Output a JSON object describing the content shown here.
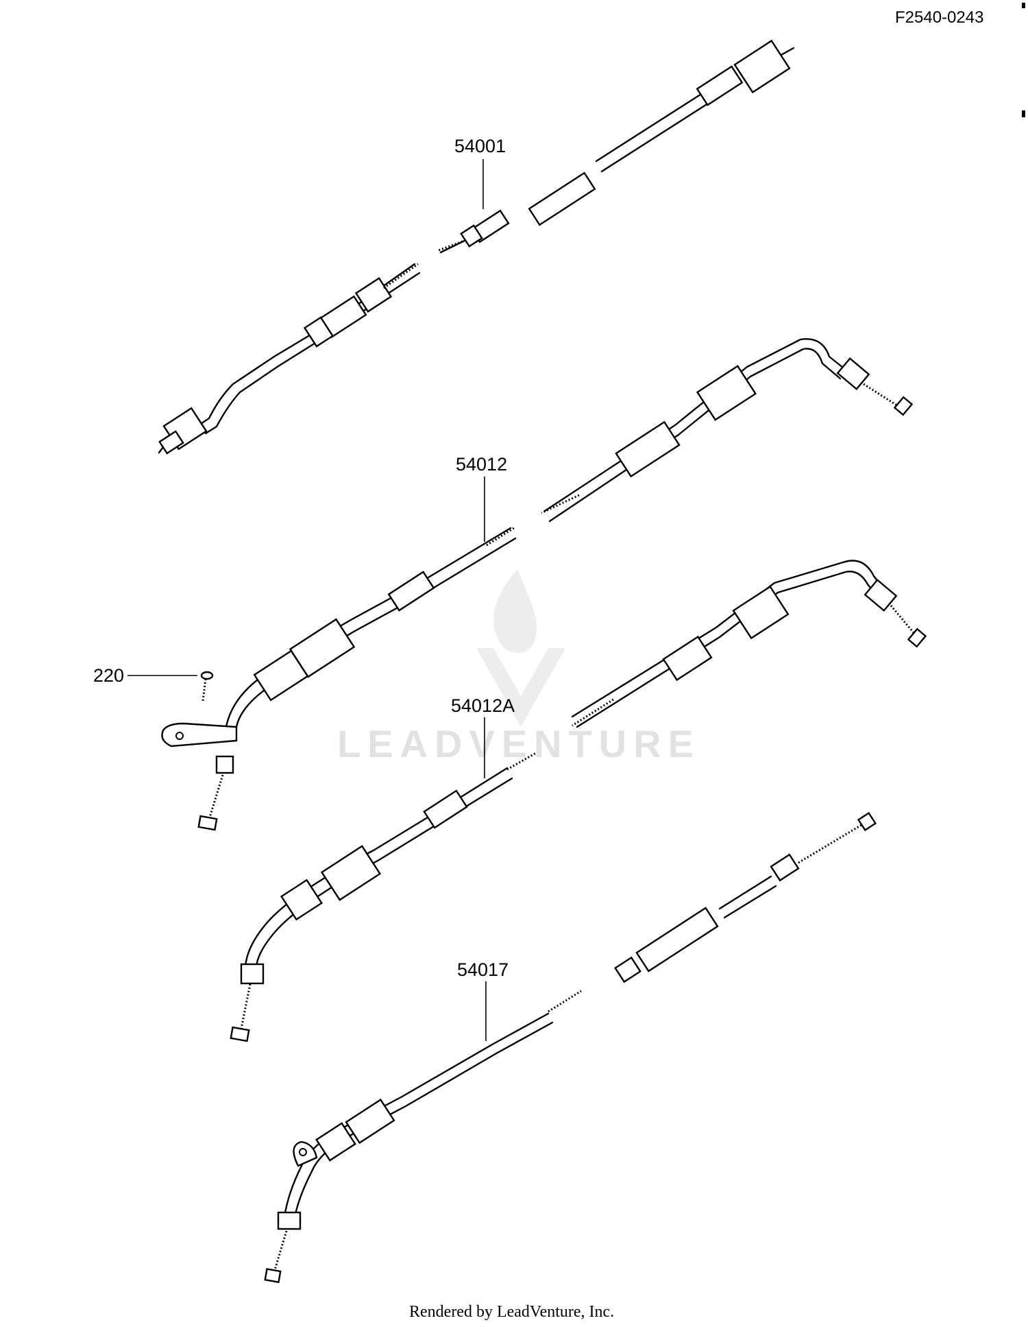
{
  "diagram": {
    "reference": "F2540-0243",
    "footer": "Rendered by LeadVenture, Inc.",
    "watermark": "LEADVENTURE",
    "callouts": [
      {
        "id": "54001",
        "label": "54001"
      },
      {
        "id": "54012",
        "label": "54012"
      },
      {
        "id": "220",
        "label": "220"
      },
      {
        "id": "54012A",
        "label": "54012A"
      },
      {
        "id": "54017",
        "label": "54017"
      }
    ]
  }
}
